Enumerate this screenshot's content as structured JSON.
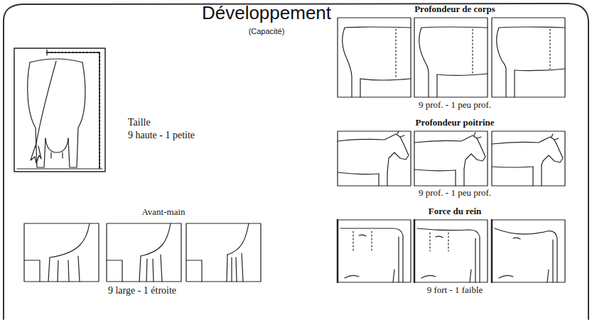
{
  "diagram": {
    "title": "Développement",
    "labels": [
      "(Capacité)",
      "Taille",
      "9 haute - 1 petite",
      "Avant-main",
      "9 large - 1 étroite",
      "Profondeur de corps",
      "9 prof. - 1 peu prof.",
      "Profondeur poitrine",
      "9 prof. - 1 peu prof.",
      "Force du rein",
      "9 fort - 1 faible"
    ]
  }
}
